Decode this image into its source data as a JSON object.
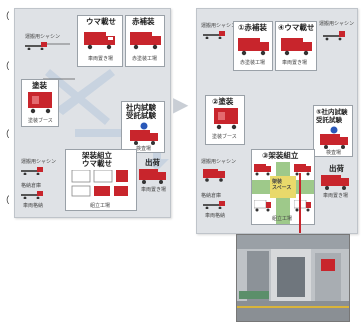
{
  "left_margin": {
    "marks": [
      "（",
      "（",
      "（",
      "（"
    ]
  },
  "before_panel": {
    "nodes": {
      "chassis_top": "運搬用シャシン",
      "uma_label": "ウマ載せ",
      "uma_sub": "車両置き場",
      "paint_label": "赤補装",
      "paint_sub": "赤塗装工場",
      "coating_label": "塗装",
      "coating_sub": "塗装ブース",
      "inhouse_label": "社内試験\n受託試験",
      "inhouse_sub": "検査場",
      "ship_label": "出荷",
      "ship_sub": "車両置き場",
      "finish_label": "架装組立\nウマ載せ",
      "finish_sub": "組立工場",
      "chassis_left": "運搬用シャシン",
      "storage": "格納倉庫",
      "chassis_bottom": "車両格納"
    }
  },
  "arrow": "▶",
  "after_panel": {
    "nodes": {
      "paint_label": "①赤補装",
      "paint_sub": "赤塗装工場",
      "uma_label": "④ウマ載せ",
      "uma_sub": "車両置き場",
      "chassis_top": "運搬用シャシン",
      "chassis_top2": "運搬用シャシン",
      "coating_label": "②塗装",
      "coating_sub": "塗装ブース",
      "inhouse_label": "⑤社内試験\n受託試験",
      "inhouse_sub": "検査場",
      "ship_label": "出荷",
      "ship_sub": "車両置き場",
      "finish_label": "③架装組立",
      "center_label": "架装\nスペース",
      "chassis_left": "運搬用シャシン",
      "chassis_left2": "車両格納",
      "storage": "格納倉庫",
      "assembly": "組立工場"
    }
  },
  "colors": {
    "truck_red": "#c8252c",
    "panel_bg": "#dfe2e6",
    "zone_green": "#9ec98a",
    "zone_yellow": "#e9d96b",
    "flow_arrow": "#c6d2e0"
  },
  "icons": {
    "truck": "truck-icon",
    "truck_cargo": "cargo-truck-icon",
    "chassis": "chassis-icon",
    "lamp": "warning-lamp-icon"
  }
}
